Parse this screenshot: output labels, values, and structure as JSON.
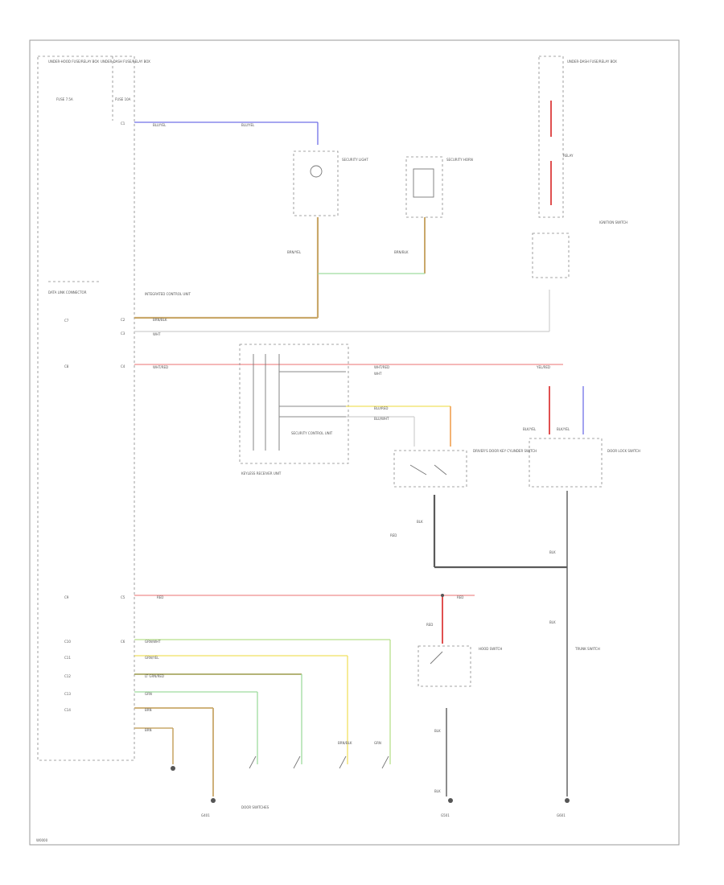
{
  "diagram_code": "W0000",
  "colors": {
    "border": "#9a9a9a",
    "black_wire": "#5a5a5a",
    "tan_wire": "#c9a86a",
    "light_green_wire": "#9fdc9f",
    "green_wire": "#b8e08c",
    "pink_wire": "#f2a0a0",
    "red_wire": "#e05050",
    "blue_wire": "#7070e8",
    "orange_wire": "#f0a050",
    "yellow_wire": "#f0e060"
  },
  "wire_labels": {
    "blu_yel_top": "BLU/YEL",
    "blu_yel_top2": "BLU/YEL",
    "brn_yel": "BRN/YEL",
    "brn_blk": "BRN/BLK",
    "brn_blk_2": "BRN/BLK",
    "wht": "WHT",
    "wht_2": "WHT",
    "wht_red": "WHT/RED",
    "wht_red_2": "WHT/RED",
    "blu_red": "BLU/RED",
    "blu_wht": "BLU/WHT",
    "yel_red": "YEL/RED",
    "blk_yel": "BLK/YEL",
    "blk_yel_2": "BLK/YEL",
    "blk": "BLK",
    "blk_2": "BLK",
    "blk_3": "BLK",
    "blk_4": "BLK",
    "blk_5": "BLK",
    "red": "RED",
    "red_2": "RED",
    "red_3": "RED",
    "red_4": "RED",
    "grn_wht": "GRN/WHT",
    "grn_yel": "GRN/YEL",
    "grn": "GRN",
    "grn_2": "GRN",
    "lt_grn_red": "LT GRN/RED",
    "brn": "BRN",
    "brn_2": "BRN",
    "brn_blk_lower": "BRN/BLK"
  },
  "component_labels": {
    "under_hood_box": "UNDER-HOOD FUSE/RELAY BOX",
    "under_dash_box": "UNDER-DASH FUSE/RELAY BOX",
    "fuse_left": "FUSE 7.5A",
    "fuse_right": "FUSE 10A",
    "security_light": "SECURITY LIGHT",
    "horn": "SECURITY HORN",
    "data_link": "DATA LINK CONNECTOR",
    "ipdm": "INTEGRATED CONTROL UNIT",
    "keyless_receiver": "KEYLESS RECEIVER UNIT",
    "driver_door_switch": "DRIVER'S DOOR KEY CYLINDER SWITCH",
    "lock_switch": "DOOR LOCK SWITCH",
    "hood_switch": "HOOD SWITCH",
    "trunk_switch": "TRUNK SWITCH",
    "door_switches": "DOOR SWITCHES",
    "ground_left": "G401",
    "ground_mid": "G501",
    "ground_right": "G601",
    "security_control": "SECURITY CONTROL UNIT",
    "relay": "RELAY",
    "ignition": "IGNITION SWITCH"
  },
  "connector_labels": {
    "c1": "C1",
    "c2": "C2",
    "c3": "C3",
    "c4": "C4",
    "c5": "C5",
    "c6": "C6",
    "c7": "C7",
    "c8": "C8",
    "c9": "C9",
    "c10": "C10",
    "c11": "C11",
    "c12": "C12",
    "c13": "C13",
    "c14": "C14"
  }
}
